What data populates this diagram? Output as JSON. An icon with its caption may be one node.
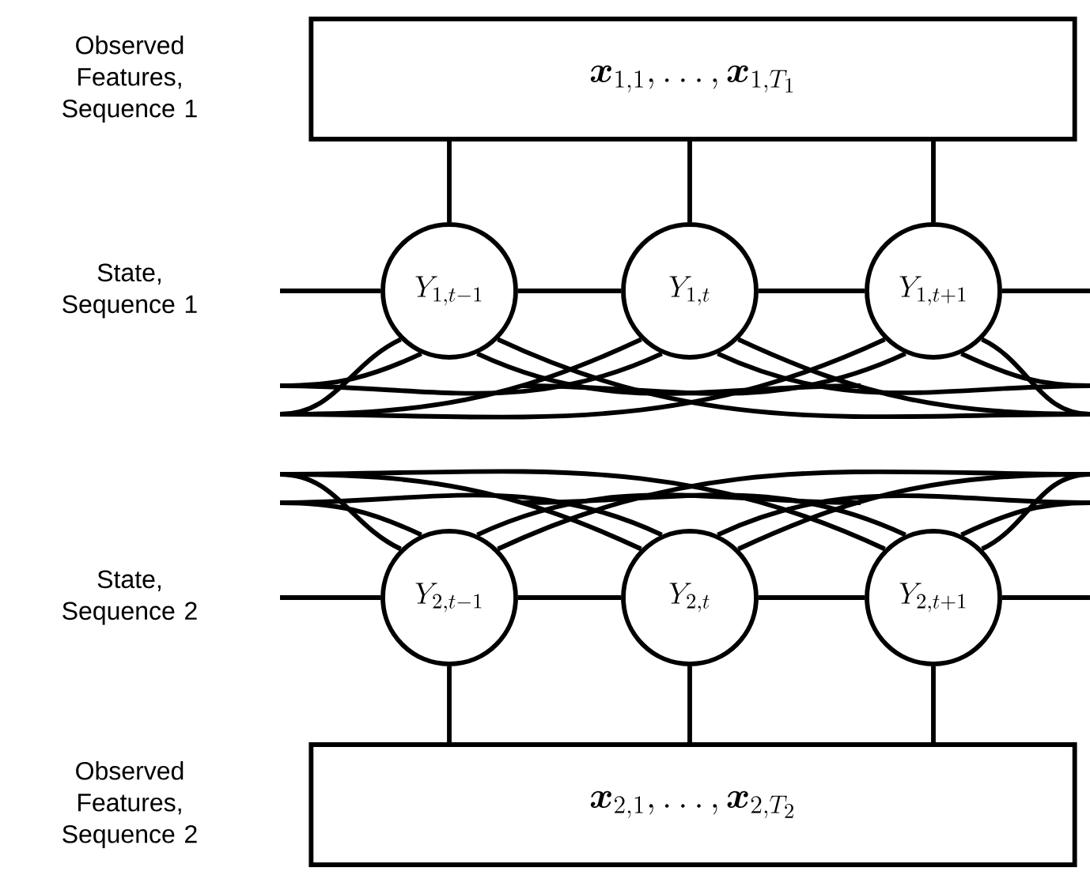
{
  "diagram": {
    "nodes": [
      {
        "text": [
          "\\boldsymbol{x}_{1,1},\\ldots,\\boldsymbol{x}_{1,T_1}"
        ]
      },
      {
        "text": [
          "Y_{1,t-1}"
        ]
      },
      {
        "text": [
          "Y_{1,t}"
        ]
      },
      {
        "text": [
          "Y_{1,t+1}"
        ]
      },
      {
        "text": [
          "Y_{2,t-1}"
        ]
      },
      {
        "text": [
          "Y_{2,t}"
        ]
      },
      {
        "text": [
          "Y_{2,t+1}"
        ]
      },
      {
        "text": [
          "\\boldsymbol{x}_{2,1},\\ldots,\\boldsymbol{x}_{2,T_2}"
        ]
      }
    ],
    "edges": [
      {
        "from": 0,
        "to": 1,
        "arrow": "none"
      },
      {
        "from": 0,
        "to": 2,
        "arrow": "none"
      },
      {
        "from": 0,
        "to": 3,
        "arrow": "none"
      },
      {
        "from": null,
        "to": 1,
        "arrow": "none"
      },
      {
        "from": 1,
        "to": 2,
        "arrow": "none"
      },
      {
        "from": 2,
        "to": 3,
        "arrow": "none"
      },
      {
        "from": 3,
        "to": null,
        "arrow": "none"
      },
      {
        "from": null,
        "to": 4,
        "arrow": "none"
      },
      {
        "from": 4,
        "to": 5,
        "arrow": "none"
      },
      {
        "from": 5,
        "to": 6,
        "arrow": "none"
      },
      {
        "from": 6,
        "to": null,
        "arrow": "none"
      },
      {
        "from": 4,
        "to": 7,
        "arrow": "none"
      },
      {
        "from": 5,
        "to": 7,
        "arrow": "none"
      },
      {
        "from": 6,
        "to": 7,
        "arrow": "none"
      },
      {
        "from": 1,
        "to": null,
        "arrow": "none"
      },
      {
        "from": 1,
        "to": null,
        "arrow": "none"
      },
      {
        "from": 1,
        "to": null,
        "arrow": "none"
      },
      {
        "from": 1,
        "to": null,
        "arrow": "none"
      },
      {
        "from": 2,
        "to": null,
        "arrow": "none"
      },
      {
        "from": 2,
        "to": null,
        "arrow": "none"
      },
      {
        "from": 2,
        "to": null,
        "arrow": "none"
      },
      {
        "from": 2,
        "to": null,
        "arrow": "none"
      },
      {
        "from": 3,
        "to": null,
        "arrow": "none"
      },
      {
        "from": 3,
        "to": null,
        "arrow": "none"
      },
      {
        "from": 3,
        "to": null,
        "arrow": "none"
      },
      {
        "from": 3,
        "to": null,
        "arrow": "none"
      },
      {
        "from": 4,
        "to": null,
        "arrow": "none"
      },
      {
        "from": 4,
        "to": null,
        "arrow": "none"
      },
      {
        "from": 4,
        "to": null,
        "arrow": "none"
      },
      {
        "from": 4,
        "to": null,
        "arrow": "none"
      },
      {
        "from": 5,
        "to": null,
        "arrow": "none"
      },
      {
        "from": 5,
        "to": null,
        "arrow": "none"
      },
      {
        "from": 5,
        "to": null,
        "arrow": "none"
      },
      {
        "from": 5,
        "to": null,
        "arrow": "none"
      },
      {
        "from": 6,
        "to": null,
        "arrow": "none"
      },
      {
        "from": 6,
        "to": null,
        "arrow": "none"
      },
      {
        "from": 6,
        "to": null,
        "arrow": "none"
      },
      {
        "from": 6,
        "to": null,
        "arrow": "none"
      }
    ],
    "labels": [
      "Observed Features, Sequence 1",
      "State, Sequence 1",
      "State, Sequence 2",
      "Observed Features, Sequence 2"
    ]
  }
}
